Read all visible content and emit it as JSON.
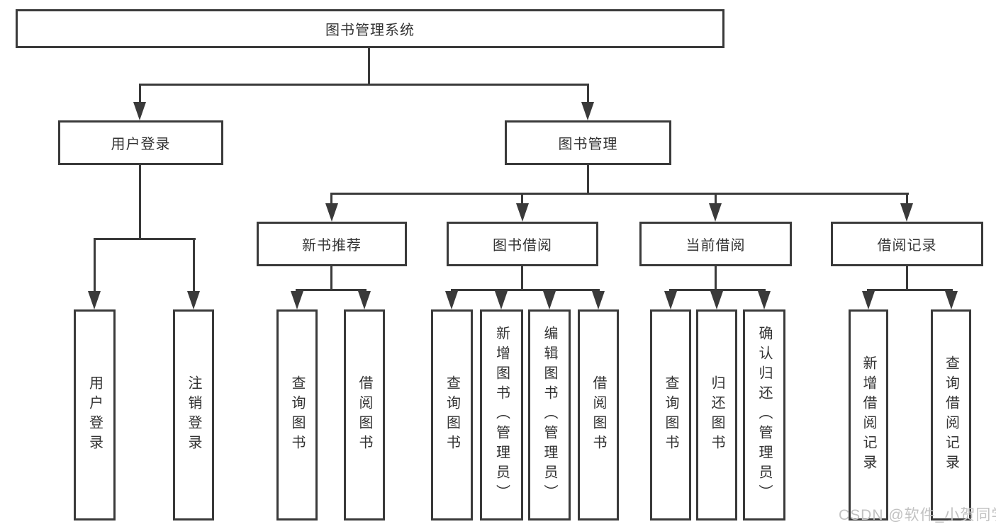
{
  "tree": {
    "label": "图书管理系统",
    "children": [
      {
        "label": "用户登录",
        "children": [
          {
            "label": "用户登录"
          },
          {
            "label": "注销登录"
          }
        ]
      },
      {
        "label": "图书管理",
        "children": [
          {
            "label": "新书推荐",
            "children": [
              {
                "label": "查询图书"
              },
              {
                "label": "借阅图书"
              }
            ]
          },
          {
            "label": "图书借阅",
            "children": [
              {
                "label": "查询图书"
              },
              {
                "label": "新增图书（管理员）"
              },
              {
                "label": "编辑图书（管理员）"
              },
              {
                "label": "借阅图书"
              }
            ]
          },
          {
            "label": "当前借阅",
            "children": [
              {
                "label": "查询图书"
              },
              {
                "label": "归还图书"
              },
              {
                "label": "确认归还（管理员）"
              }
            ]
          },
          {
            "label": "借阅记录",
            "children": [
              {
                "label": "新增借阅记录"
              },
              {
                "label": "查询借阅记录"
              }
            ]
          }
        ]
      }
    ]
  },
  "watermark": "CSDN @软件_小贺同学",
  "colors": {
    "line": "#3a3a3a",
    "text": "#333333",
    "background": "#ffffff",
    "watermark": "#c2c2c2"
  }
}
